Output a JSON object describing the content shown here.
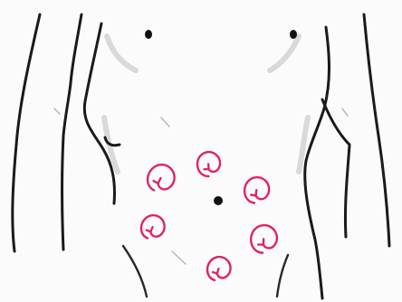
{
  "colors": {
    "outline": "#1a1a1a",
    "marker": "#e0245e",
    "paper": "#fbfbfb",
    "point": "#111111"
  },
  "figure": {
    "subject": "abdomen-outline-with-circular-arrows",
    "landmarks": [
      "left-nipple",
      "right-nipple",
      "umbilicus"
    ],
    "markers": [
      {
        "name": "swirl-upper-left",
        "icon": "circular-arrow"
      },
      {
        "name": "swirl-upper-center",
        "icon": "circular-arrow"
      },
      {
        "name": "swirl-upper-right",
        "icon": "circular-arrow"
      },
      {
        "name": "swirl-lower-left",
        "icon": "circular-arrow"
      },
      {
        "name": "swirl-lower-right",
        "icon": "circular-arrow"
      },
      {
        "name": "swirl-bottom-center",
        "icon": "circular-arrow"
      }
    ]
  }
}
